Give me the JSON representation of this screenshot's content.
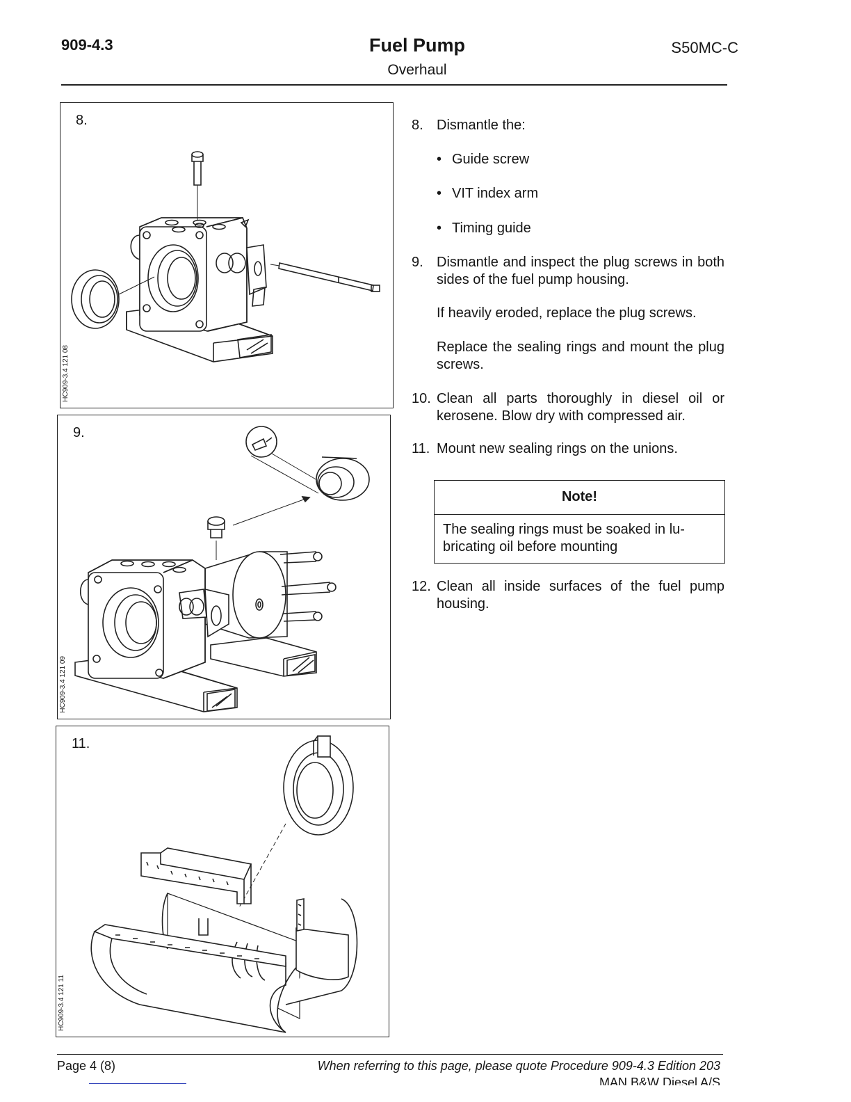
{
  "header": {
    "procedure_number": "909-4.3",
    "title": "Fuel Pump",
    "subtitle": "Overhaul",
    "engine_type": "S50MC-C"
  },
  "figures": [
    {
      "number": "8.",
      "code": "HC909-3.4 121 08"
    },
    {
      "number": "9.",
      "code": "HC909-3.4 121 09"
    },
    {
      "number": "11.",
      "code": "HC909-3.4 121 11"
    }
  ],
  "steps": [
    {
      "number": "8.",
      "text": "Dismantle the:",
      "bullets": [
        "Guide screw",
        "VIT index arm",
        "Timing guide"
      ]
    },
    {
      "number": "9.",
      "text": "Dismantle and inspect the plug screws in both sides of the fuel pump housing.",
      "paragraphs": [
        "If heavily eroded, replace the plug screws.",
        "Replace the sealing rings and mount the plug screws."
      ]
    },
    {
      "number": "10.",
      "text": "Clean all parts thoroughly in diesel oil or kerosene. Blow dry with compressed air."
    },
    {
      "number": "11.",
      "text": "Mount new sealing rings on the unions."
    },
    {
      "number": "12.",
      "text": "Clean all inside surfaces of the fuel pump housing."
    }
  ],
  "note": {
    "title": "Note!",
    "text": "The sealing rings must be soaked in lu-bricating oil before mounting"
  },
  "footer": {
    "page": "Page 4 (8)",
    "reference": "When referring to this page, please quote Procedure 909-4.3 Edition 203",
    "company": "MAN B&W Diesel A/S"
  }
}
